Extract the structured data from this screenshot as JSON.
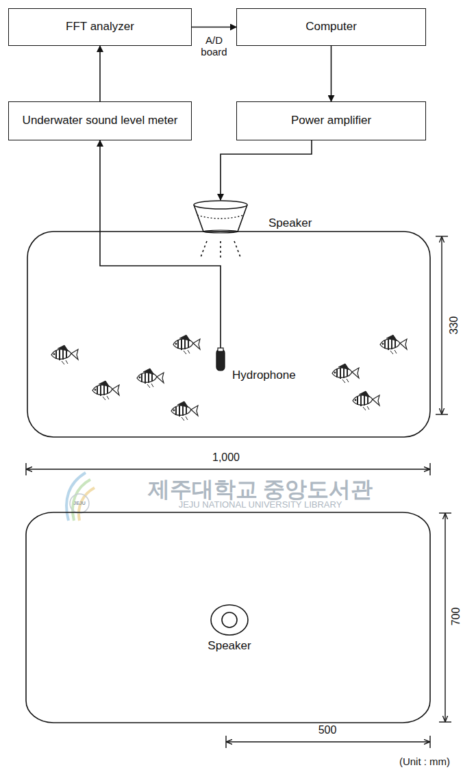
{
  "diagram": {
    "nodes": [
      {
        "text": [
          "FFT analyzer"
        ]
      },
      {
        "text": [
          "Computer"
        ]
      },
      {
        "text": [
          "Underwater sound level meter"
        ]
      },
      {
        "text": [
          "Power amplifier"
        ]
      },
      {
        "text": [
          "Speaker"
        ]
      },
      {
        "text": [
          "Hydrophone"
        ]
      }
    ],
    "edges": [
      {
        "from": 2,
        "to": 0,
        "arrow": "to"
      },
      {
        "from": 0,
        "to": 1,
        "label": "A/D board",
        "arrow": "to"
      },
      {
        "from": 1,
        "to": 3,
        "arrow": "to"
      },
      {
        "from": 3,
        "to": 4,
        "arrow": "to"
      },
      {
        "from": 5,
        "to": 2,
        "arrow": "to"
      }
    ],
    "labels": [
      "330",
      "1,000",
      "제주대학교 중앙도서관",
      "JEJU NATIONAL UNIVERSITY LIBRARY",
      "JEJU",
      "Speaker",
      "700",
      "500",
      "(Unit : mm)"
    ]
  }
}
